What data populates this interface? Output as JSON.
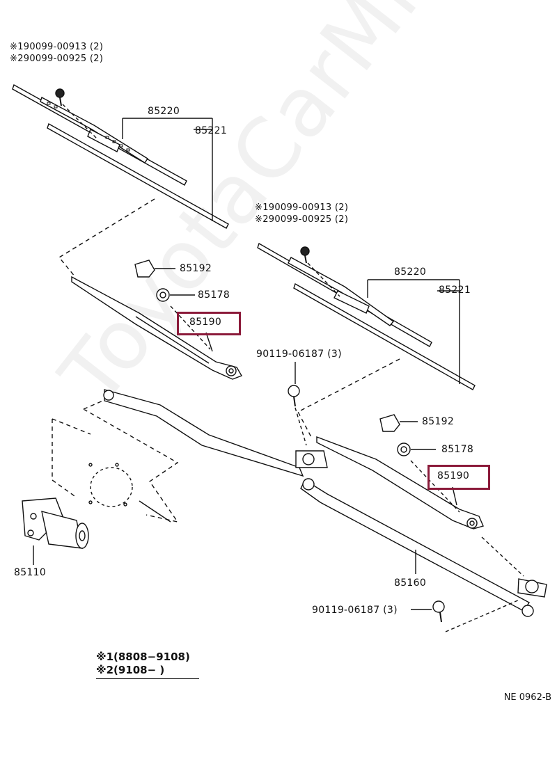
{
  "watermark": "ToyotaCarMine.ru",
  "labels": {
    "left_screw_note_1": "※190099-00913 (2)",
    "left_screw_note_2": "※290099-00925 (2)",
    "left_blade_assy": "85220",
    "left_blade_rubber": "85221",
    "left_cap": "85192",
    "left_nut": "85178",
    "left_arm": "85190",
    "right_screw_note_1": "※190099-00913 (2)",
    "right_screw_note_2": "※290099-00925 (2)",
    "right_blade_assy": "85220",
    "right_blade_rubber": "85221",
    "right_cap": "85192",
    "right_nut": "85178",
    "right_arm": "85190",
    "bolt_upper": "90119-06187 (3)",
    "bolt_lower": "90119-06187 (3)",
    "link_assy": "85160",
    "motor": "85110"
  },
  "legend": {
    "line1": "※1(8808−9108)",
    "line2": "※2(9108−      )"
  },
  "figure_ref": "NE 0962-B",
  "colors": {
    "highlight": "#8b1a3a",
    "line": "#111111"
  }
}
